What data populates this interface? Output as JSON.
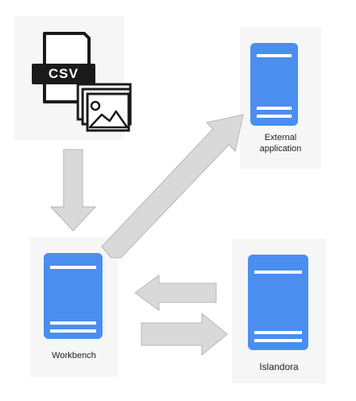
{
  "diagram": {
    "csv_icon": {
      "badge_text": "CSV",
      "icon": "csv-file-with-images-icon"
    },
    "nodes": {
      "workbench": {
        "label": "Workbench"
      },
      "external": {
        "label": "External\napplication"
      },
      "islandora": {
        "label": "Islandora"
      }
    },
    "colors": {
      "server": "#4a8ef0",
      "panel": "#f6f6f6",
      "arrow_fill": "#d9d9d9",
      "arrow_stroke": "#b5b5b5",
      "icon_stroke": "#1a1a1a",
      "badge_fill": "#1a1a1a"
    }
  }
}
